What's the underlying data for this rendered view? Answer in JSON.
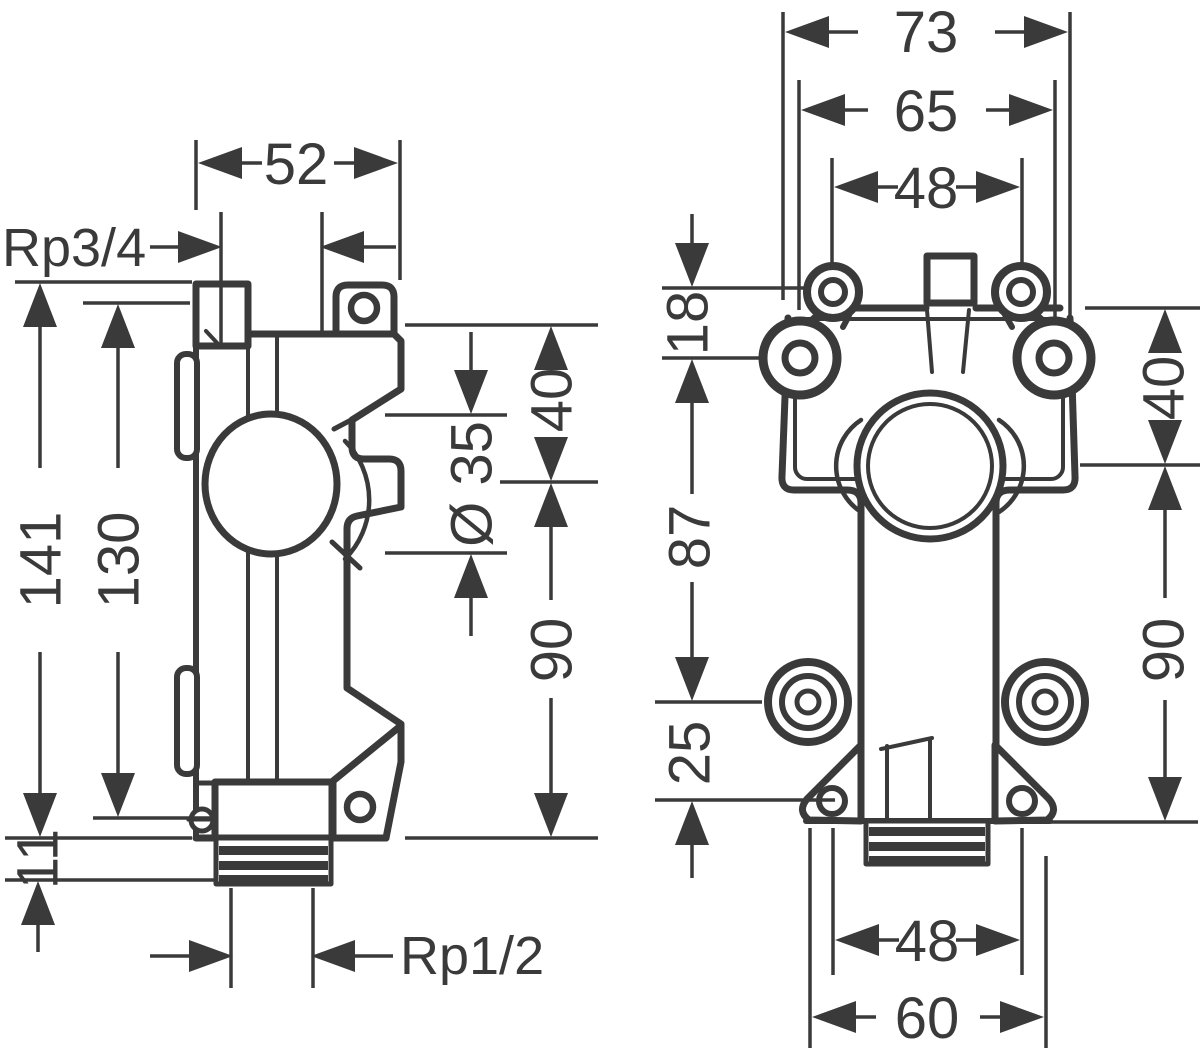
{
  "style": {
    "line_color": "#3a3a3a",
    "background": "#ffffff"
  },
  "left_view": {
    "label_top_thread": "Rp3/4",
    "dim_width": "52",
    "dim_height_total": "141",
    "dim_height_body": "130",
    "dim_bottom_offset": "11",
    "dim_dome_diameter": "Ø 35",
    "dim_port_offset": "40",
    "dim_port_span": "90",
    "label_bottom_thread": "Rp1/2"
  },
  "right_view": {
    "dim_width_overall": "73",
    "dim_width_bosses": "65",
    "dim_width_ears_top": "48",
    "dim_ear_to_boss": "18",
    "dim_boss_span": "87",
    "dim_boss_to_ear": "25",
    "dim_top_to_axis": "40",
    "dim_axis_to_bottom": "90",
    "dim_width_ears_bottom": "48",
    "dim_width_bosses_bottom": "60"
  }
}
